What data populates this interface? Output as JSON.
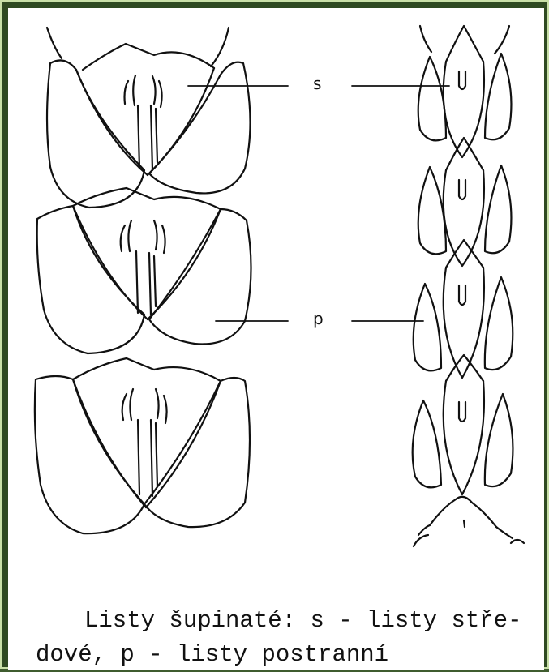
{
  "figure": {
    "label_s": "s",
    "label_p": "p"
  },
  "caption": {
    "line1": "Listy šupinaté: s - listy stře-",
    "line2": "dové, p - listy postranní"
  }
}
